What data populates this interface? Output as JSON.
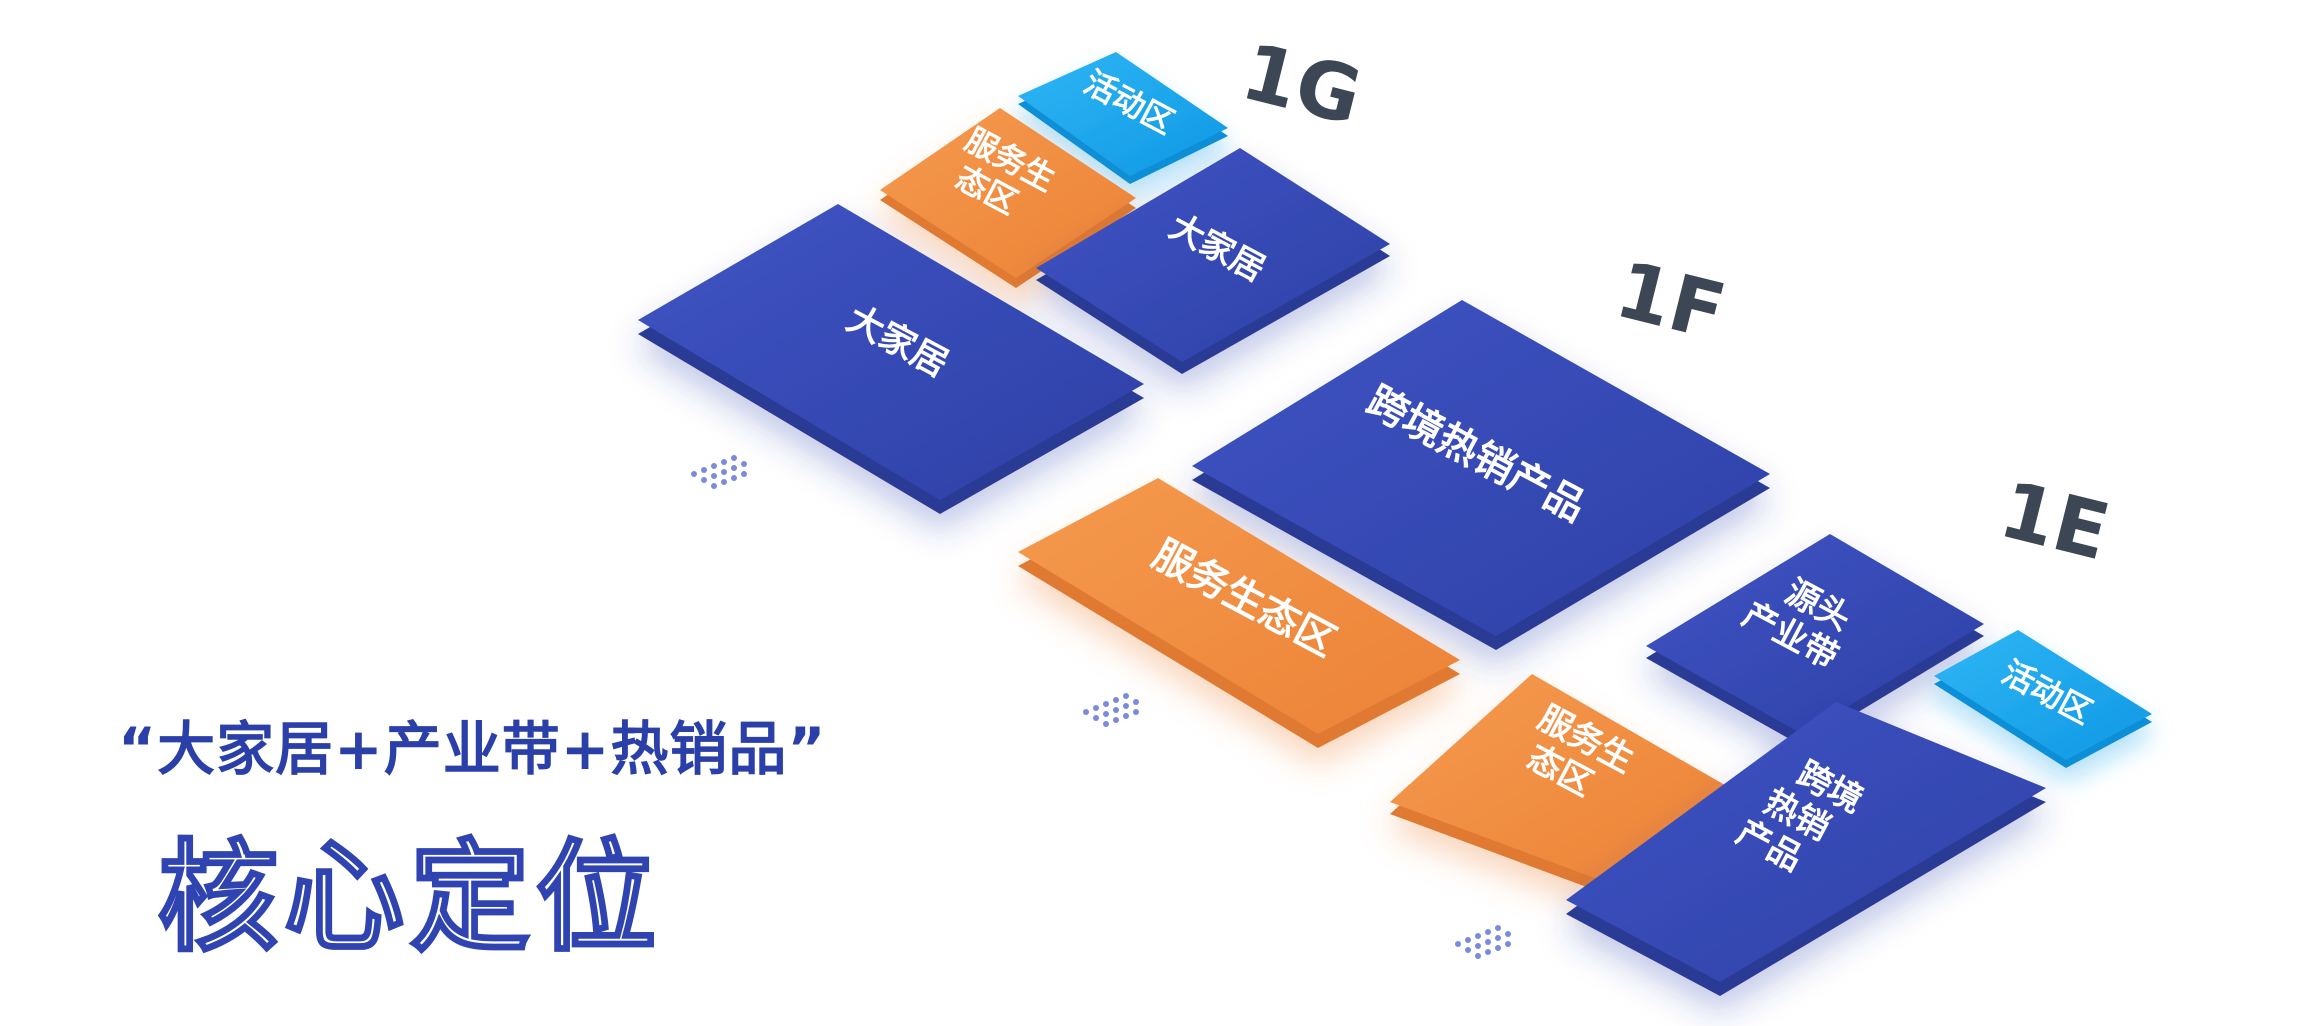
{
  "floors": {
    "g": {
      "label": "1G",
      "activity_zone": "活动区",
      "service_zone": [
        "服务生",
        "态区"
      ],
      "home_small": "大家居",
      "home_large": "大家居"
    },
    "f": {
      "label": "1F",
      "crossborder": "跨境热销产品",
      "service": "服务生态区"
    },
    "e": {
      "label": "1E",
      "source_industry": [
        "源头",
        "产业带"
      ],
      "activity_zone": "活动区",
      "service_zone": [
        "服务生",
        "态区"
      ],
      "crossborder": [
        "跨境",
        "热销",
        "产品"
      ]
    }
  },
  "headline": "“大家居+产业带+热销品”",
  "subtitle": "核心定位",
  "colors": {
    "blue_block": "#3346b0",
    "blue_block_side": "#2a3a96",
    "orange_block": "#f08c42",
    "orange_block_side": "#e07a30",
    "cyan_block": "#1aa6ee",
    "cyan_block_side": "#0f8fd8",
    "floor_label": "#3d4654",
    "headline": "#2b3fa8"
  }
}
